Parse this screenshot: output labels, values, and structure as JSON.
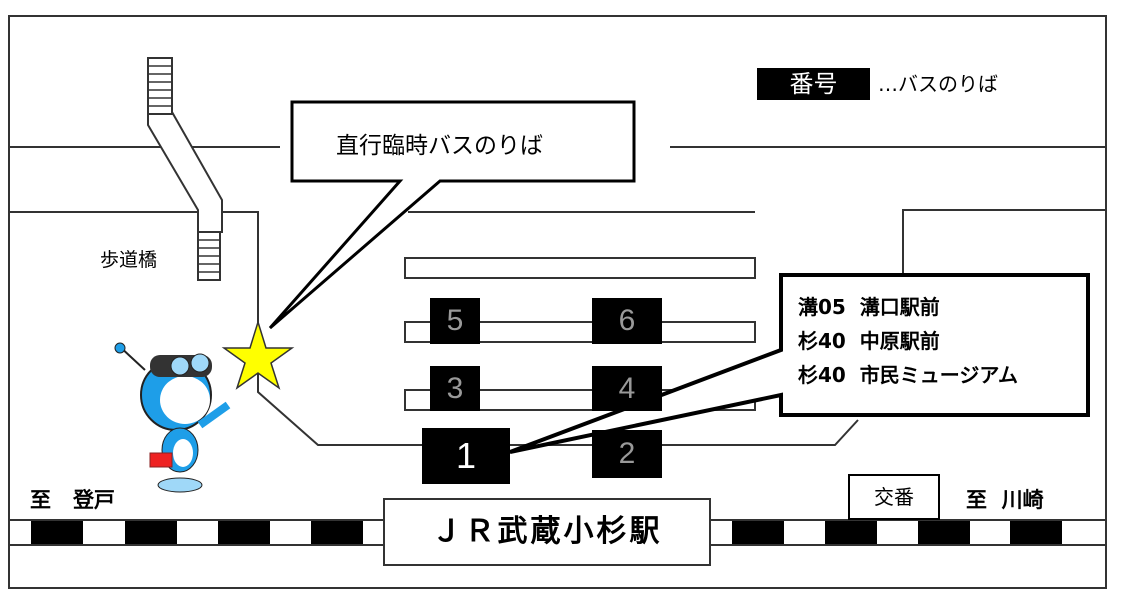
{
  "legend": {
    "key": "番号",
    "text": "…バスのりば"
  },
  "callout_temporary": "直行臨時バスのりば",
  "bridge_label": "歩道橋",
  "bays": {
    "b1": "1",
    "b2": "2",
    "b3": "3",
    "b4": "4",
    "b5": "5",
    "b6": "6"
  },
  "routes": [
    {
      "route": "溝05",
      "destination": "溝口駅前"
    },
    {
      "route": "杉40",
      "destination": "中原駅前"
    },
    {
      "route": "杉40",
      "destination": "市民ミュージアム"
    }
  ],
  "station": "ＪＲ武蔵小杉駅",
  "police_box": "交番",
  "direction_left": {
    "to": "至",
    "place": "登戸"
  },
  "direction_right": {
    "to": "至",
    "place": "川崎"
  },
  "colors": {
    "star": "#ffff00",
    "mascot": "#1e9ee8"
  }
}
